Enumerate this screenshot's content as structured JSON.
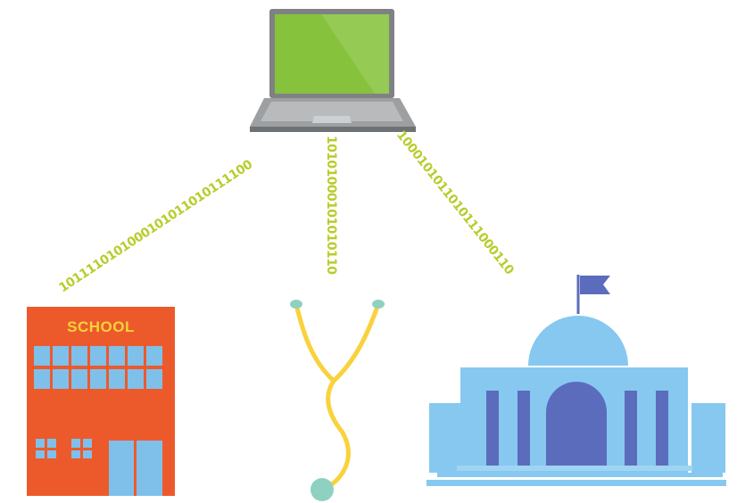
{
  "binary_streams": {
    "left": "1011110101000101011010111100",
    "center": "10101000101010110",
    "right": "1000101011010111000110"
  },
  "school": {
    "label": "SCHOOL"
  },
  "icons": {
    "laptop": "laptop-icon",
    "school": "school-building-icon",
    "stethoscope": "stethoscope-icon",
    "government": "government-building-icon",
    "flag": "flag-icon"
  },
  "colors": {
    "binary_text": "#b8cc2c",
    "laptop_screen": "#86c23c",
    "laptop_body": "#8f9295",
    "school_red": "#ec5a2c",
    "school_label": "#f6d33a",
    "window_blue": "#7fc0ea",
    "stethoscope_yellow": "#f9d23c",
    "stethoscope_teal": "#8fd1c0",
    "building_light_blue": "#86c8ef",
    "building_dark_blue": "#5c6cbc"
  }
}
